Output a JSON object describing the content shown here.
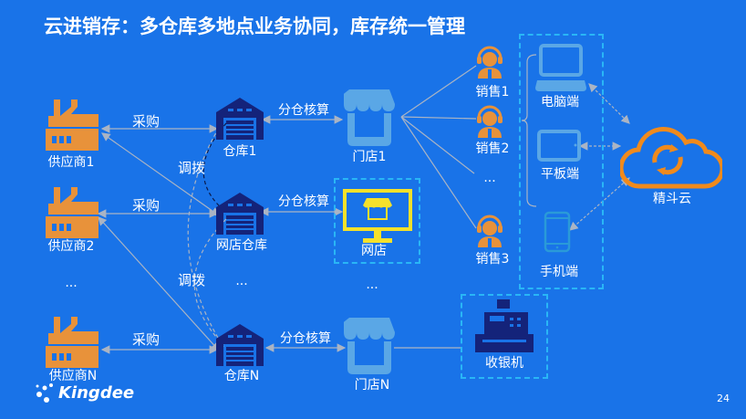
{
  "title": "云进销存：多仓库多地点业务协同，库存统一管理",
  "suppliers": [
    "供应商1",
    "供应商2",
    "...",
    "供应商N"
  ],
  "warehouses": [
    "仓库1",
    "网店仓库",
    "...",
    "仓库N"
  ],
  "stores": [
    "门店1",
    "网店",
    "...",
    "门店N"
  ],
  "sales": [
    "销售1",
    "销售2",
    "...",
    "销售3"
  ],
  "devices": [
    "电脑端",
    "平板端",
    "手机端"
  ],
  "cloud": "精斗云",
  "register": "收银机",
  "purchase_label": "采购",
  "transfer_label": "调拨",
  "accounting_label": "分仓核算",
  "logo": "Kingdee",
  "page_number": "24",
  "colors": {
    "background": "#1973e8",
    "factory": "#e8923a",
    "warehouse": "#14237a",
    "store": "#5aa7e6",
    "online_store": "#f5e12a",
    "accent": "#29b6f6",
    "cloud": "#f08a1c"
  }
}
